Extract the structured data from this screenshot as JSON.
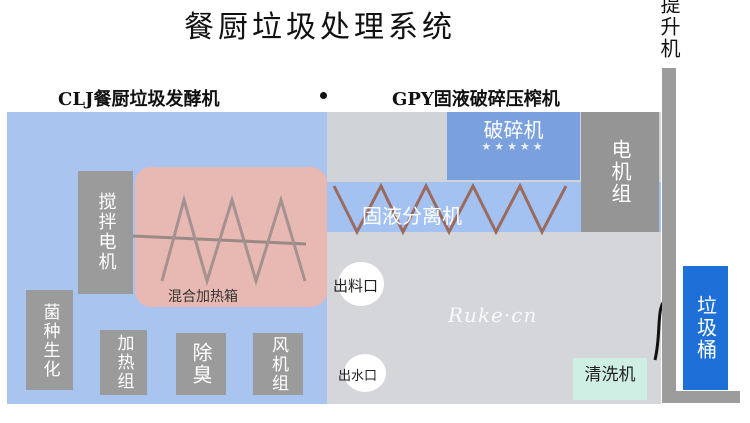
{
  "title": "餐厨垃圾处理系统",
  "left_system": "CLJ餐厨垃圾发酵机",
  "right_system": "GPY固液破碎压榨机",
  "lift": "提升机",
  "crusher": "破碎机",
  "crusher_stars": "★★★★★",
  "motor_group": "电机组",
  "separator": "固液分离机",
  "mixer_motor": "搅拌电机",
  "mixing_tank": "混合加热箱",
  "bacteria": "菌种生化",
  "heater": "加热组",
  "deodorizer": "除臭",
  "fan": "风机组",
  "material_outlet": "出料口",
  "water_outlet": "出水口",
  "watermark": "Ruke·cn",
  "washer": "清洗机",
  "bin": "垃圾桶",
  "colors": {
    "left_zone": "#a9c4ef",
    "right_zone": "#d4d6d9",
    "crusher": "#7ba0de",
    "mixing_tank": "#e8b8b2",
    "zigzag": "#9a6a5c",
    "bin": "#1e6fd8",
    "washer": "#cfeee4",
    "equipment_gray": "#9b9b9b"
  }
}
